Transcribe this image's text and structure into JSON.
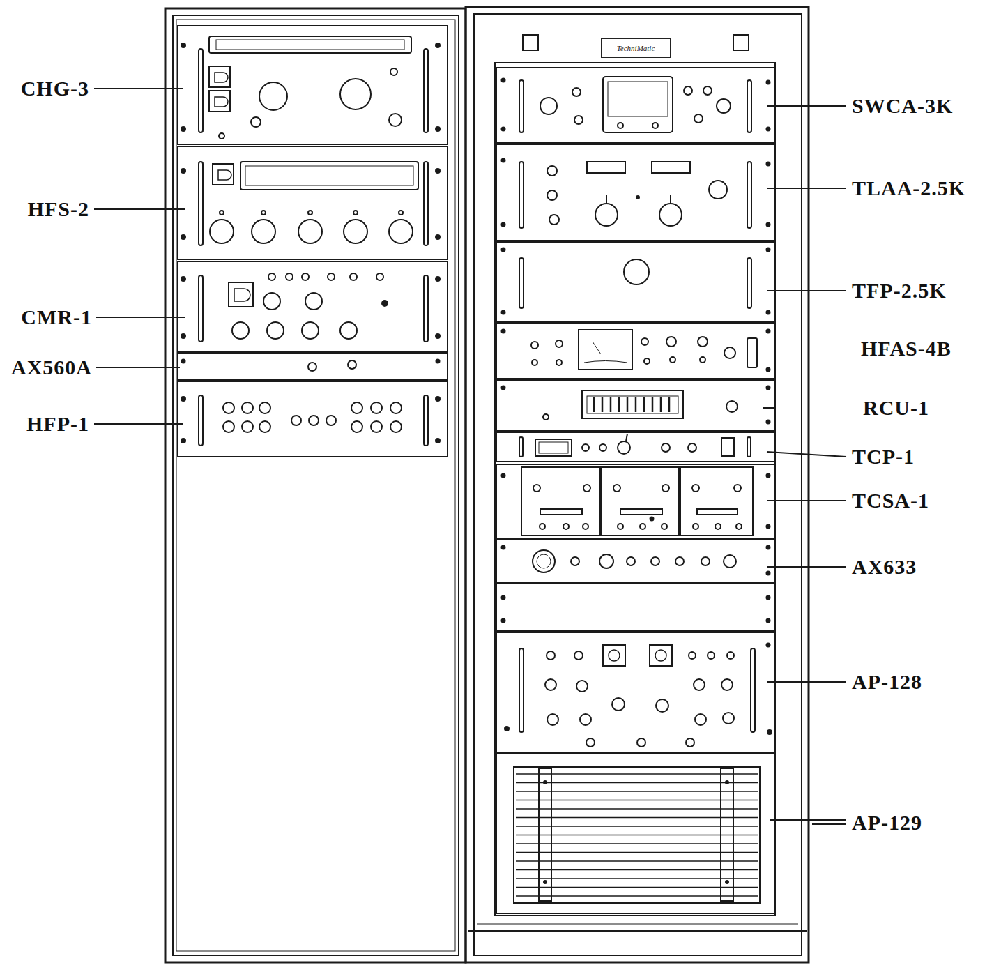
{
  "diagram": {
    "nodes": [
      {
        "text": [
          "TechniMatic"
        ]
      }
    ],
    "labels": [
      "CHG-3",
      "HFS-2",
      "CMR-1",
      "AX560A",
      "HFP-1",
      "SWCA-3K",
      "TLAA-2.5K",
      "TFP-2.5K",
      "HFAS-4B",
      "RCU-1",
      "TCP-1",
      "TCSA-1",
      "AX633",
      "AP-128",
      "AP-129"
    ]
  }
}
